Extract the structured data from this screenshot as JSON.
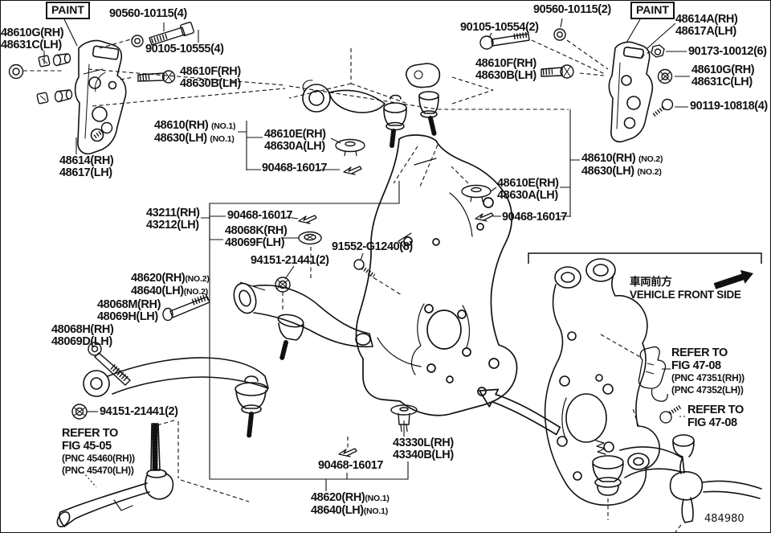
{
  "meta": {
    "figure_code": "484980",
    "line_color": "#111111",
    "background_color": "#ffffff"
  },
  "labels": {
    "paint": "PAINT",
    "n90560_4": "90560-10115(4)",
    "n90560_2": "90560-10115(2)",
    "n90105_10555": "90105-10555(4)",
    "n90105_10554": "90105-10554(2)",
    "n48610g": {
      "l1": "48610G(RH)",
      "l2": "48631C(LH)"
    },
    "n48610f": {
      "l1": "48610F(RH)",
      "l2": "48630B(LH)"
    },
    "n48614": {
      "l1": "48614(RH)",
      "l2": "48617(LH)"
    },
    "n48614a": {
      "l1": "48614A(RH)",
      "l2": "48617A(LH)"
    },
    "n48610_no1": {
      "l1": "48610(RH)",
      "l2": "48630(LH)",
      "no": "(NO.1)"
    },
    "n48610_no2": {
      "l1": "48610(RH)",
      "l2": "48630(LH)",
      "no": "(NO.2)"
    },
    "n48610e": {
      "l1": "48610E(RH)",
      "l2": "48630A(LH)"
    },
    "n90468": "90468-16017",
    "n43211": {
      "l1": "43211(RH)",
      "l2": "43212(LH)"
    },
    "n48068k": {
      "l1": "48068K(RH)",
      "l2": "48069F(LH)"
    },
    "n94151": "94151-21441(2)",
    "n91552": "91552-G1240(8)",
    "n48620_no2": {
      "l1": "48620(RH)",
      "l2": "48640(LH)",
      "no": "(NO.2)"
    },
    "n48620_no1": {
      "l1": "48620(RH)",
      "l2": "48640(LH)",
      "no": "(NO.1)"
    },
    "n48068m": {
      "l1": "48068M(RH)",
      "l2": "48069H(LH)"
    },
    "n48068h": {
      "l1": "48068H(RH)",
      "l2": "48069D(LH)"
    },
    "n43330": {
      "l1": "43330L(RH)",
      "l2": "43340B(LH)"
    },
    "n90173": "90173-10012(6)",
    "n90119": "90119-10818(4)",
    "refer45": {
      "l1": "REFER TO",
      "l2": "FIG 45-05",
      "l3": "(PNC 45460(RH))",
      "l4": "(PNC 45470(LH))"
    },
    "refer47a": {
      "l1": "REFER TO",
      "l2": "FIG 47-08",
      "l3": "(PNC 47351(RH))",
      "l4": "(PNC 47352(LH))"
    },
    "refer47b": {
      "l1": "REFER TO",
      "l2": "FIG 47-08"
    },
    "front": {
      "jp": "車両前方",
      "en": "VEHICLE FRONT SIDE"
    },
    "figure_code": "484980"
  }
}
